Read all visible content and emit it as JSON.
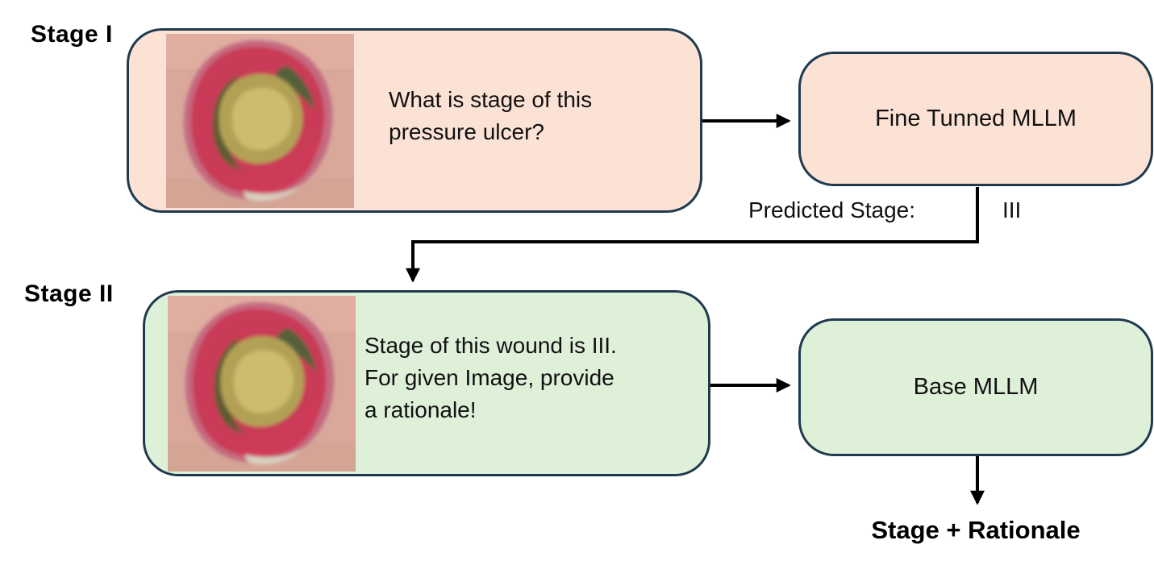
{
  "stage1": {
    "label": "Stage I",
    "prompt": "What is stage of this\npressure ulcer?",
    "model_label": "Fine Tunned MLLM",
    "predicted_label": "Predicted Stage:",
    "predicted_value": "III"
  },
  "stage2": {
    "label": "Stage II",
    "prompt": "Stage of this wound is III.\nFor given Image, provide\na rationale!",
    "model_label": "Base MLLM",
    "output_label": "Stage + Rationale"
  },
  "images": {
    "wound": "pressure-ulcer-photo"
  },
  "colors": {
    "stage1_fill": "#FBE2D5",
    "stage2_fill": "#DFF0D9",
    "box_border": "#1F3A4E",
    "arrow": "#000000",
    "text": "#111111"
  }
}
